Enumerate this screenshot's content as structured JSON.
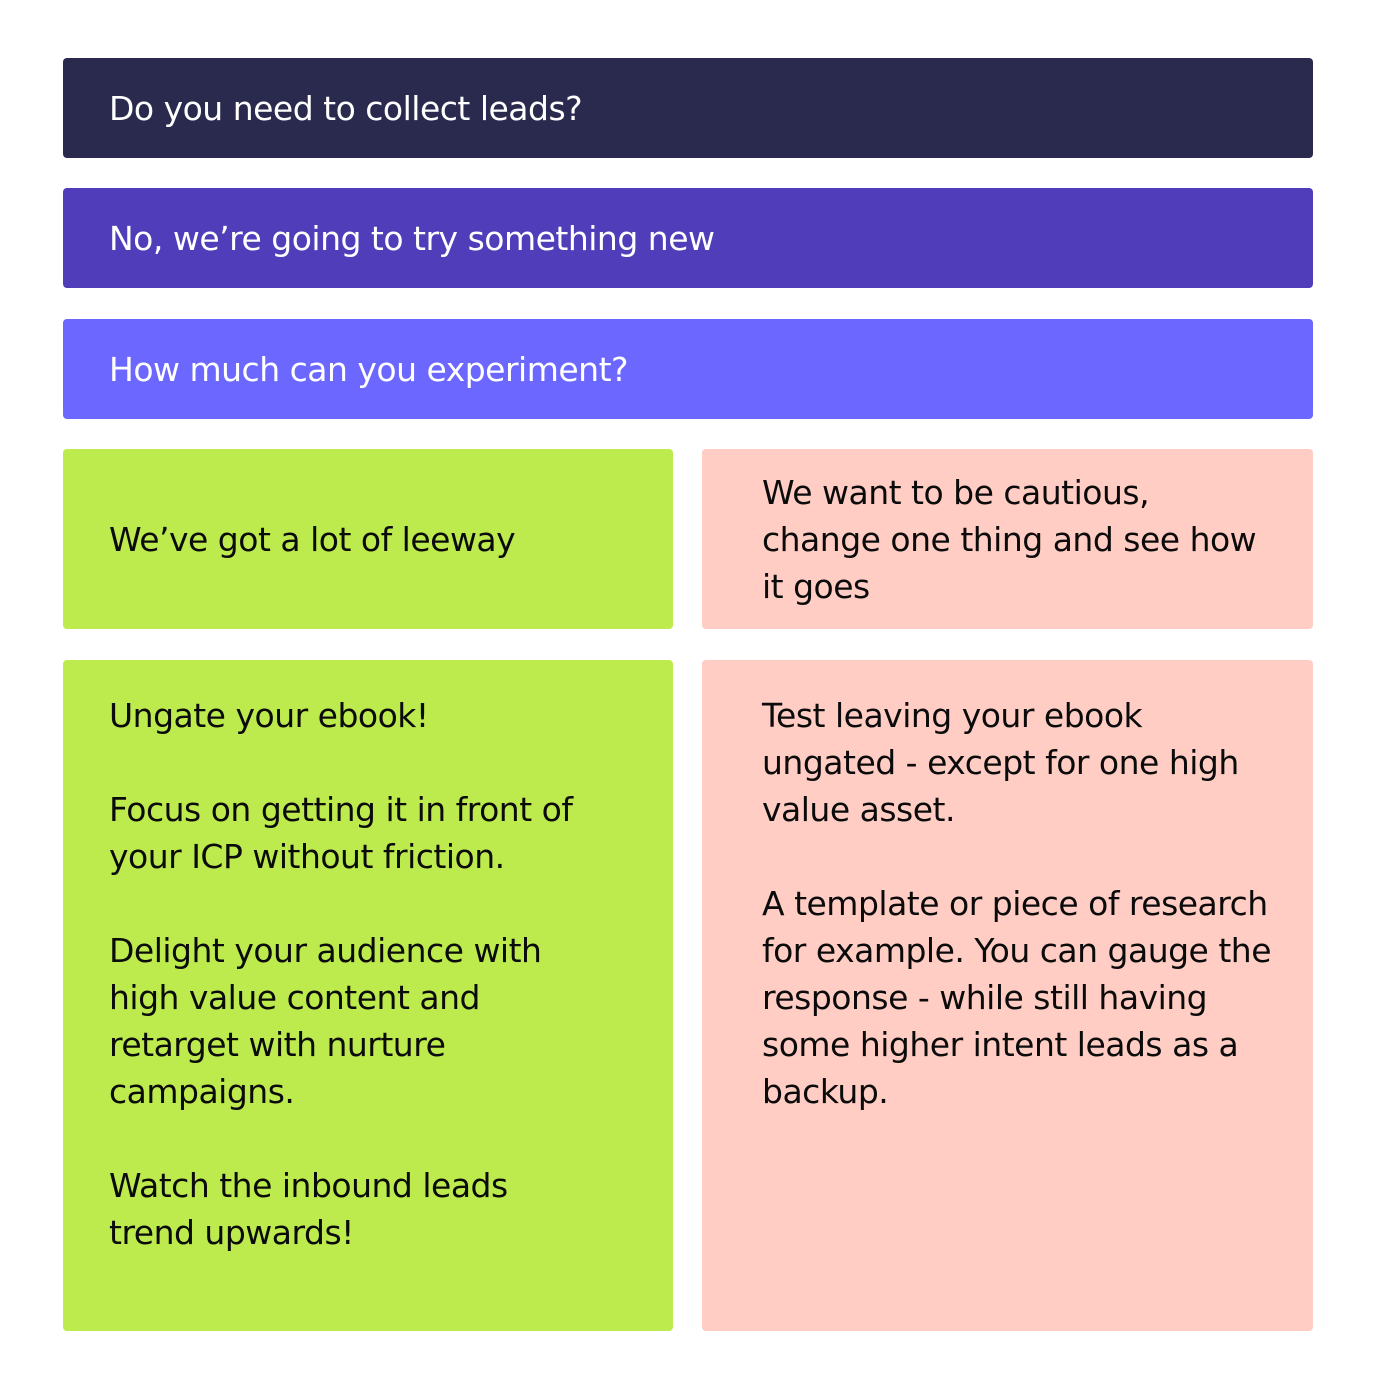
{
  "question1": "Do you need to collect leads?",
  "answer1": "No, we’re going to try something new",
  "question2": "How much can you experiment?",
  "options": {
    "leeway": "We’ve got a lot of leeway",
    "cautious": "We want to be cautious, change one thing and see how it goes"
  },
  "results": {
    "leeway": [
      "Ungate your ebook!",
      "Focus on getting it in front of your ICP without friction.",
      "Delight your audience with high value content and retarget with nurture campaigns.",
      "Watch the inbound leads trend upwards!"
    ],
    "cautious": [
      "Test leaving your ebook ungated - except for one high value asset.",
      "A template or piece of research for example. You can gauge the response - while still having some higher intent leads as a backup."
    ]
  },
  "colors": {
    "q1": "#2a2a4e",
    "a1": "#4f3dba",
    "q2": "#6b67ff",
    "green": "#bdeb4e",
    "pink": "#ffcdc4"
  }
}
